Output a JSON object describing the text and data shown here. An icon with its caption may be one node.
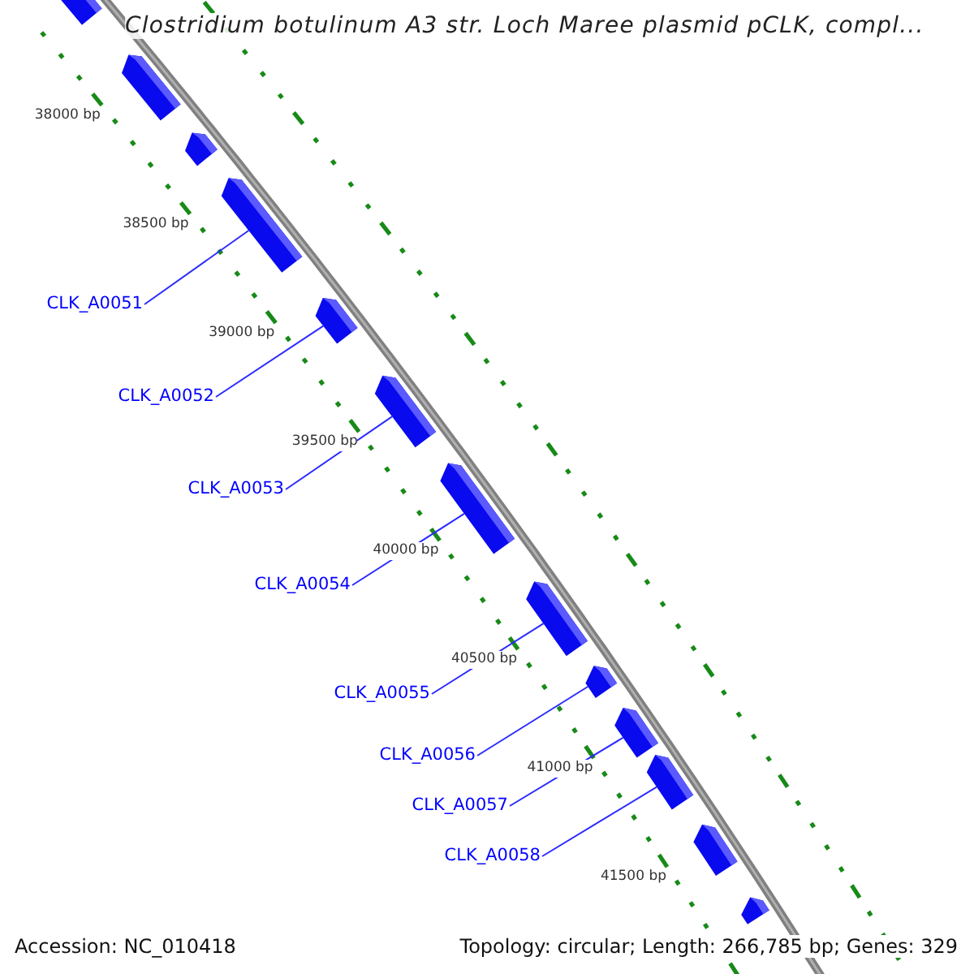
{
  "diagram": {
    "title": "Clostridium botulinum A3 str. Loch Maree plasmid pCLK, compl...",
    "nodes": [
      {
        "text": [],
        "shape": "bar"
      },
      {
        "text": [],
        "shape": "bar"
      },
      {
        "text": [],
        "shape": "bar"
      },
      {
        "text": [],
        "shape": "bar"
      },
      {
        "text": [],
        "shape": "bar"
      },
      {
        "text": [],
        "shape": "bar"
      },
      {
        "text": [],
        "shape": "bar"
      },
      {
        "text": [],
        "shape": "bar"
      },
      {
        "text": [],
        "shape": "bar"
      },
      {
        "text": [],
        "shape": "bar"
      },
      {
        "text": [],
        "shape": "bar"
      },
      {
        "text": [],
        "shape": "bar"
      },
      {
        "text": [],
        "shape": "bar"
      },
      {
        "text": [
          "CLK_A0051"
        ]
      },
      {
        "text": [
          "CLK_A0052"
        ]
      },
      {
        "text": [
          "CLK_A0053"
        ]
      },
      {
        "text": [
          "CLK_A0054"
        ]
      },
      {
        "text": [
          "CLK_A0055"
        ]
      },
      {
        "text": [
          "CLK_A0056"
        ]
      },
      {
        "text": [
          "CLK_A0057"
        ]
      },
      {
        "text": [
          "CLK_A0058"
        ]
      }
    ],
    "edges": [
      {
        "from": 13,
        "to": 3,
        "arrow": "none"
      },
      {
        "from": 14,
        "to": 4,
        "arrow": "none"
      },
      {
        "from": 15,
        "to": 5,
        "arrow": "none"
      },
      {
        "from": 16,
        "to": 6,
        "arrow": "none"
      },
      {
        "from": 17,
        "to": 7,
        "arrow": "none"
      },
      {
        "from": 18,
        "to": 8,
        "arrow": "none"
      },
      {
        "from": 19,
        "to": 9,
        "arrow": "none"
      },
      {
        "from": 20,
        "to": 10,
        "arrow": "none"
      }
    ],
    "labels": [
      "38000 bp",
      "38500 bp",
      "39000 bp",
      "39500 bp",
      "40000 bp",
      "40500 bp",
      "41000 bp",
      "41500 bp",
      "Accession: NC_010418",
      "Topology: circular; Length: 266,785 bp; Genes: 329"
    ]
  }
}
